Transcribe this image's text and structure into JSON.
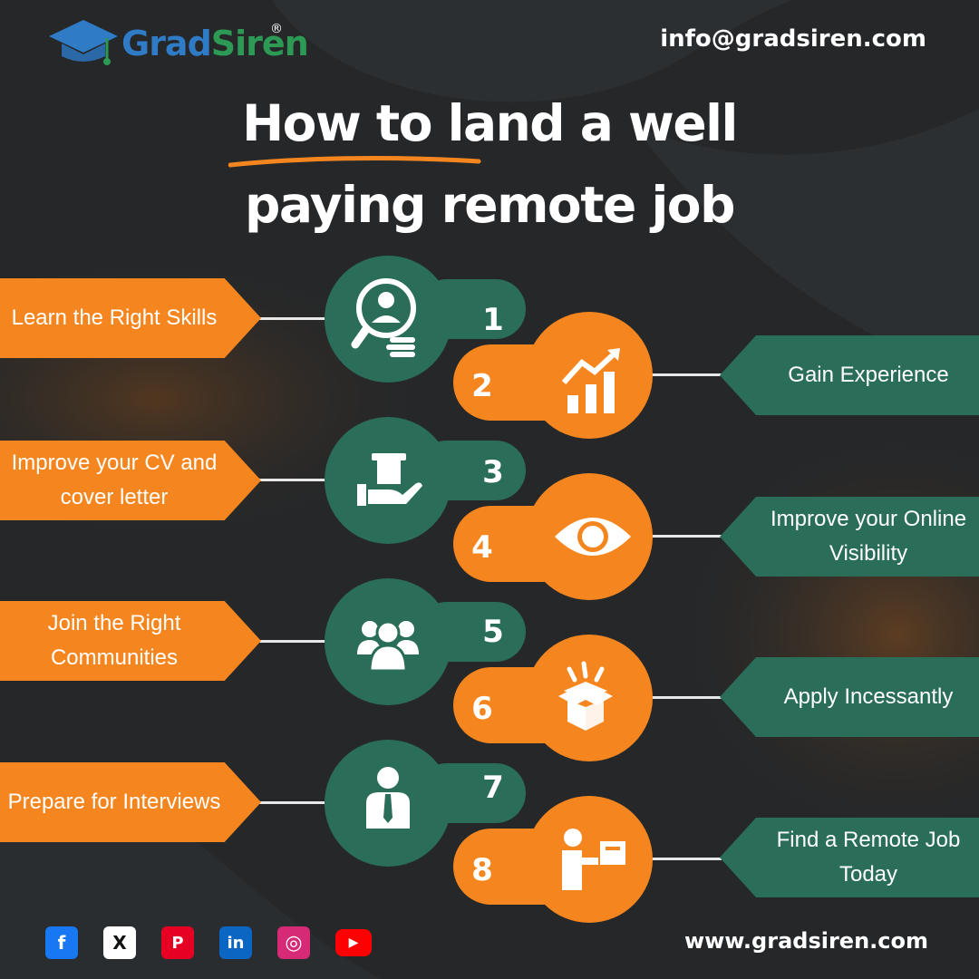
{
  "brand": {
    "name_part1": "Grad",
    "name_part2": "Siren",
    "registered": "®",
    "email": "info@gradsiren.com",
    "website": "www.gradsiren.com"
  },
  "title": {
    "line1": "How to land a well",
    "line2": "paying remote job"
  },
  "colors": {
    "background": "#252729",
    "orange": "#f5861f",
    "green": "#2a6d59",
    "white": "#ffffff"
  },
  "steps": [
    {
      "number": "1",
      "label": "Learn the Right Skills",
      "icon": "search-person-icon"
    },
    {
      "number": "2",
      "label": "Gain Experience",
      "icon": "growth-chart-icon"
    },
    {
      "number": "3",
      "label": "Improve your CV and cover letter",
      "icon": "hand-receiving-icon"
    },
    {
      "number": "4",
      "label": "Improve your Online Visibility",
      "icon": "eye-icon"
    },
    {
      "number": "5",
      "label": "Join the Right Communities",
      "icon": "group-icon"
    },
    {
      "number": "6",
      "label": "Apply Incessantly",
      "icon": "open-box-icon"
    },
    {
      "number": "7",
      "label": "Prepare for Interviews",
      "icon": "businessman-icon"
    },
    {
      "number": "8",
      "label": "Find a Remote Job Today",
      "icon": "delivery-person-icon"
    }
  ],
  "social": [
    {
      "name": "facebook-icon",
      "glyph": "f",
      "color": "#1877f2"
    },
    {
      "name": "x-icon",
      "glyph": "X",
      "color": "#ffffff"
    },
    {
      "name": "pinterest-icon",
      "glyph": "P",
      "color": "#e60023"
    },
    {
      "name": "linkedin-icon",
      "glyph": "in",
      "color": "#0a66c2"
    },
    {
      "name": "instagram-icon",
      "glyph": "◎",
      "color": "#d62976"
    },
    {
      "name": "youtube-icon",
      "glyph": "▶",
      "color": "#ff0000"
    }
  ]
}
